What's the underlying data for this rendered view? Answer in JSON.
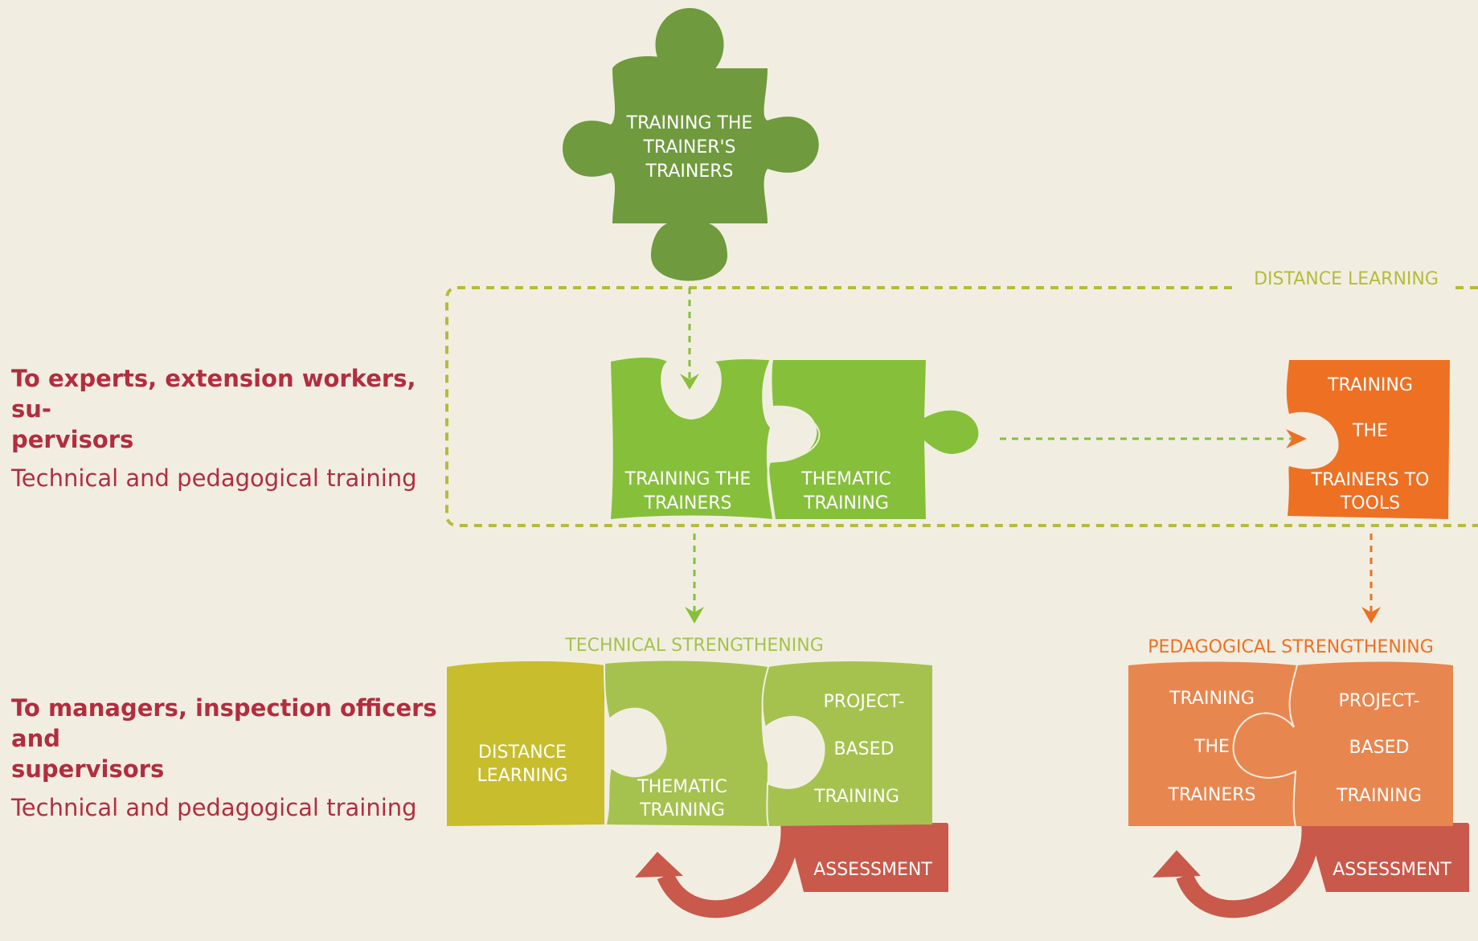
{
  "top_piece": {
    "lines": [
      "TRAINING THE",
      "TRAINER'S",
      "TRAINERS"
    ],
    "color": "#6f9a3e"
  },
  "distance_learning_label": "DISTANCE LEARNING",
  "middle": {
    "training_the_trainers": [
      "TRAINING THE",
      "TRAINERS"
    ],
    "thematic_training": [
      "THEMATIC",
      "TRAINING"
    ],
    "color": "#86bf3a",
    "tools_piece": [
      "TRAINING",
      "THE",
      "TRAINERS TO",
      "TOOLS"
    ],
    "tools_color": "#ee7023"
  },
  "technical": {
    "label": "TECHNICAL STRENGTHENING",
    "distance_learning": [
      "DISTANCE",
      "LEARNING"
    ],
    "thematic_training": [
      "THEMATIC",
      "TRAINING"
    ],
    "project_based": [
      "PROJECT-",
      "BASED",
      "TRAINING"
    ],
    "assessment": "ASSESSMENT",
    "colors": {
      "distance": "#c8bd2c",
      "thematic": "#a5c24e",
      "project": "#a5c24e"
    }
  },
  "pedagogical": {
    "label": "PEDAGOGICAL STRENGTHENING",
    "training_the_trainers": [
      "TRAINING",
      "THE",
      "TRAINERS"
    ],
    "project_based": [
      "PROJECT-",
      "BASED",
      "TRAINING"
    ],
    "assessment": "ASSESSMENT",
    "color": "#e8864f"
  },
  "side_labels": [
    {
      "title": "To experts, extension workers, su-\npervisors",
      "subtitle": "Technical and pedagogical training"
    },
    {
      "title": "To managers, inspection officers and\nsupervisors",
      "subtitle": "Technical and pedagogical training"
    }
  ],
  "colors": {
    "background": "#f1eee1",
    "dash_green": "#b5bb3c",
    "arrow_green": "#86bf3a",
    "arrow_orange": "#ee7023",
    "assessment": "#c9594a",
    "side_text": "#b22d3f"
  }
}
